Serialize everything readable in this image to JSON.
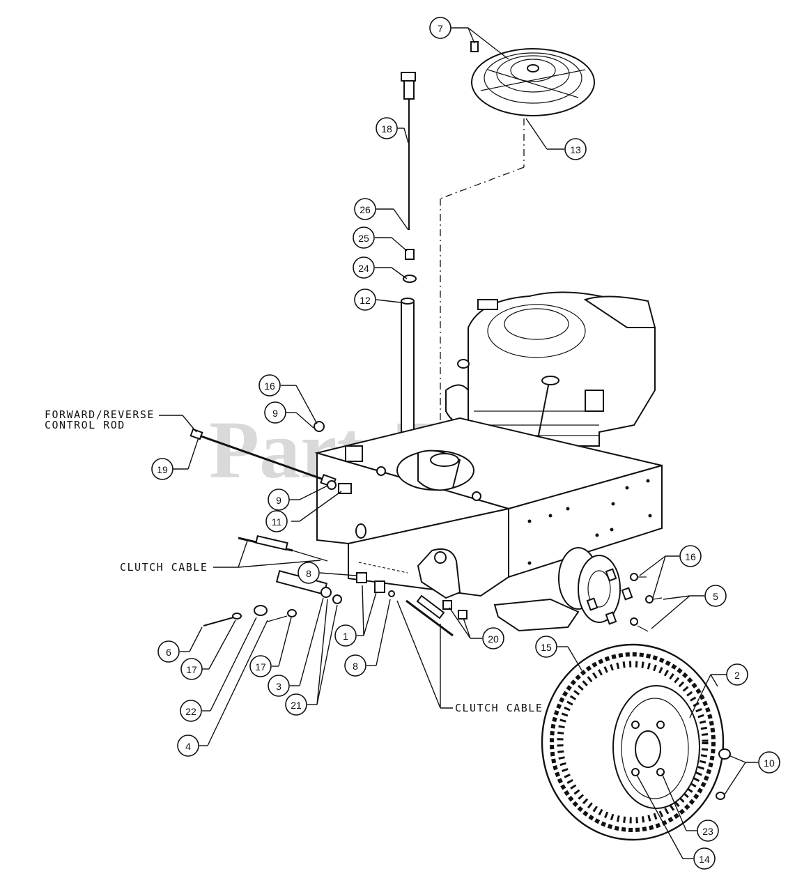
{
  "watermark": "PartsTree",
  "labels": {
    "forward_reverse_line1": "FORWARD/REVERSE",
    "forward_reverse_line2": "CONTROL ROD",
    "clutch_cable_left": "CLUTCH CABLE",
    "clutch_cable_bottom": "CLUTCH CABLE"
  },
  "callouts": [
    "7",
    "13",
    "18",
    "26",
    "25",
    "24",
    "12",
    "16",
    "9",
    "19",
    "9",
    "11",
    "8",
    "1",
    "8",
    "20",
    "6",
    "17",
    "17",
    "3",
    "21",
    "22",
    "4",
    "16",
    "5",
    "15",
    "2",
    "10",
    "23",
    "14"
  ]
}
